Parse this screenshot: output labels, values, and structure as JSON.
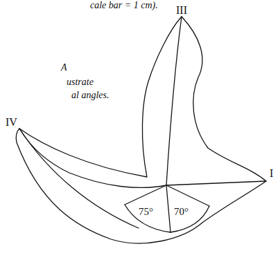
{
  "diagram": {
    "labels": [
      "cale bar = 1 cm).",
      "III",
      "A",
      "ustrate",
      "al angles.",
      "IV",
      "I",
      "75°",
      "70°"
    ]
  }
}
